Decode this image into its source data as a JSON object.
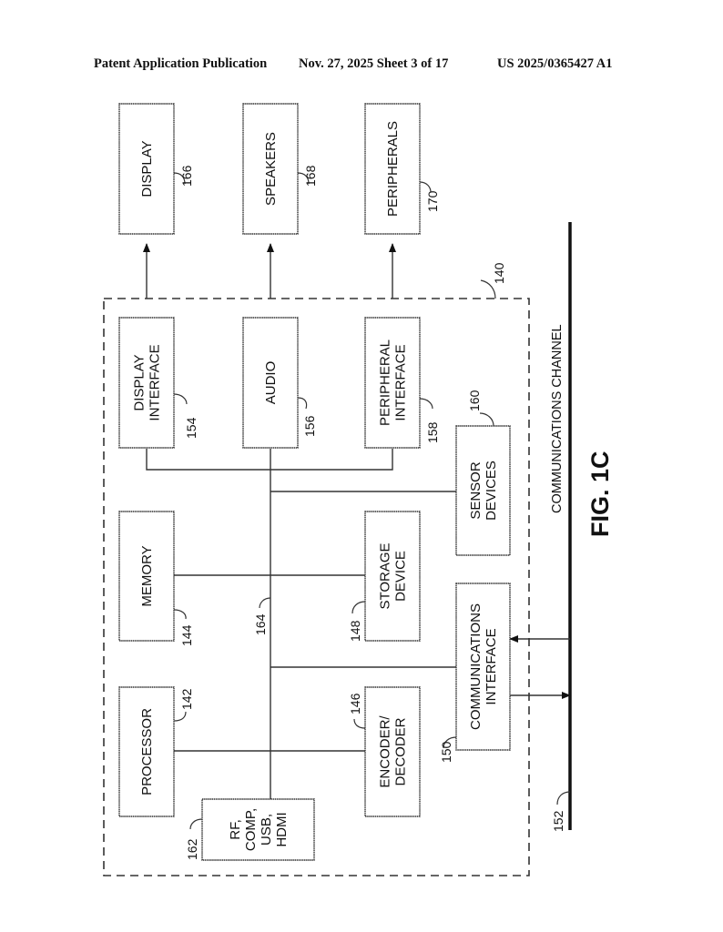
{
  "header": {
    "publication": "Patent Application Publication",
    "date_sheet": "Nov. 27, 2025  Sheet 3 of 17",
    "number": "US 2025/0365427 A1"
  },
  "figure": {
    "label": "FIG. 1C",
    "system_ref": "140",
    "bus_ref": "164",
    "channel_label": "COMMUNICATIONS CHANNEL",
    "channel_ref": "152",
    "blocks": {
      "display": {
        "lines": [
          "DISPLAY"
        ],
        "ref": "166"
      },
      "speakers": {
        "lines": [
          "SPEAKERS"
        ],
        "ref": "168"
      },
      "peripherals": {
        "lines": [
          "PERIPHERALS"
        ],
        "ref": "170"
      },
      "display_interface": {
        "lines": [
          "DISPLAY",
          "INTERFACE"
        ],
        "ref": "154"
      },
      "audio": {
        "lines": [
          "AUDIO"
        ],
        "ref": "156"
      },
      "peripheral_interface": {
        "lines": [
          "PERIPHERAL",
          "INTERFACE"
        ],
        "ref": "158"
      },
      "sensor_devices": {
        "lines": [
          "SENSOR",
          "DEVICES"
        ],
        "ref": "160"
      },
      "memory": {
        "lines": [
          "MEMORY"
        ],
        "ref": "144"
      },
      "storage_device": {
        "lines": [
          "STORAGE",
          "DEVICE"
        ],
        "ref": "148"
      },
      "communications_interface": {
        "lines": [
          "COMMUNICATIONS",
          "INTERFACE"
        ],
        "ref": "150"
      },
      "processor": {
        "lines": [
          "PROCESSOR"
        ],
        "ref": "142"
      },
      "encoder_decoder": {
        "lines": [
          "ENCODER/",
          "DECODER"
        ],
        "ref": "146"
      },
      "rf_comp": {
        "lines": [
          "RF,",
          "COMP,",
          "USB,",
          "HDMI"
        ],
        "ref": "162"
      }
    }
  }
}
